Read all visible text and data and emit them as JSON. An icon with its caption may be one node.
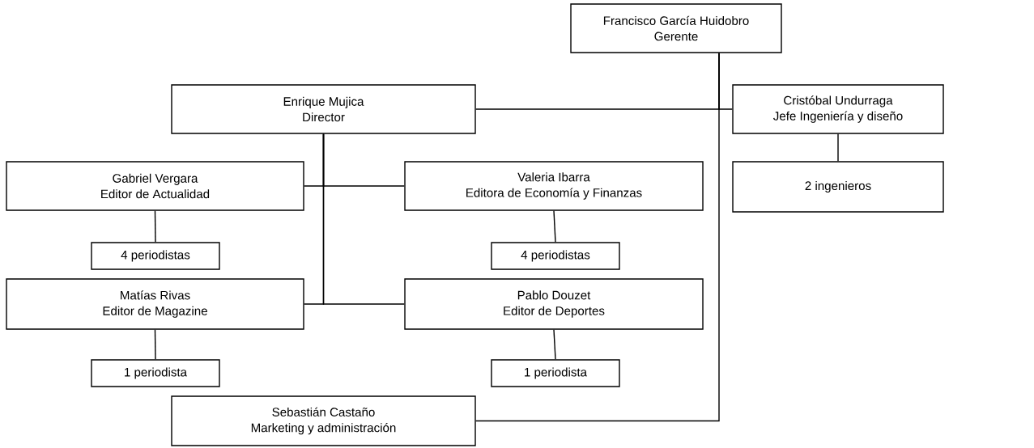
{
  "diagram": {
    "nodes": [
      {
        "text": [
          "Francisco García Huidobro",
          "Gerente"
        ]
      },
      {
        "text": [
          "Enrique Mujica",
          "Director"
        ]
      },
      {
        "text": [
          "Cristóbal Undurraga",
          "Jefe Ingeniería y diseño"
        ]
      },
      {
        "text": [
          "Gabriel Vergara",
          "Editor de Actualidad"
        ]
      },
      {
        "text": [
          "Valeria Ibarra",
          "Editora de Economía y Finanzas"
        ]
      },
      {
        "text": [
          "2 ingenieros"
        ]
      },
      {
        "text": [
          "4 periodistas"
        ]
      },
      {
        "text": [
          "4 periodistas"
        ]
      },
      {
        "text": [
          "Matías Rivas",
          "Editor de Magazine"
        ]
      },
      {
        "text": [
          "Pablo Douzet",
          "Editor de Deportes"
        ]
      },
      {
        "text": [
          "1 periodista"
        ]
      },
      {
        "text": [
          "1 periodista"
        ]
      },
      {
        "text": [
          "Sebastián Castaño",
          "Marketing y administración"
        ]
      }
    ],
    "edges": [
      {
        "from": 0,
        "to": 1,
        "arrow": "none"
      },
      {
        "from": 0,
        "to": 2,
        "arrow": "none"
      },
      {
        "from": 0,
        "to": 12,
        "arrow": "none"
      },
      {
        "from": 1,
        "to": 3,
        "arrow": "none"
      },
      {
        "from": 1,
        "to": 4,
        "arrow": "none"
      },
      {
        "from": 1,
        "to": 8,
        "arrow": "none"
      },
      {
        "from": 1,
        "to": 9,
        "arrow": "none"
      },
      {
        "from": 2,
        "to": 5,
        "arrow": "none"
      },
      {
        "from": 3,
        "to": 6,
        "arrow": "none"
      },
      {
        "from": 4,
        "to": 7,
        "arrow": "none"
      },
      {
        "from": 8,
        "to": 10,
        "arrow": "none"
      },
      {
        "from": 9,
        "to": 11,
        "arrow": "none"
      }
    ]
  }
}
